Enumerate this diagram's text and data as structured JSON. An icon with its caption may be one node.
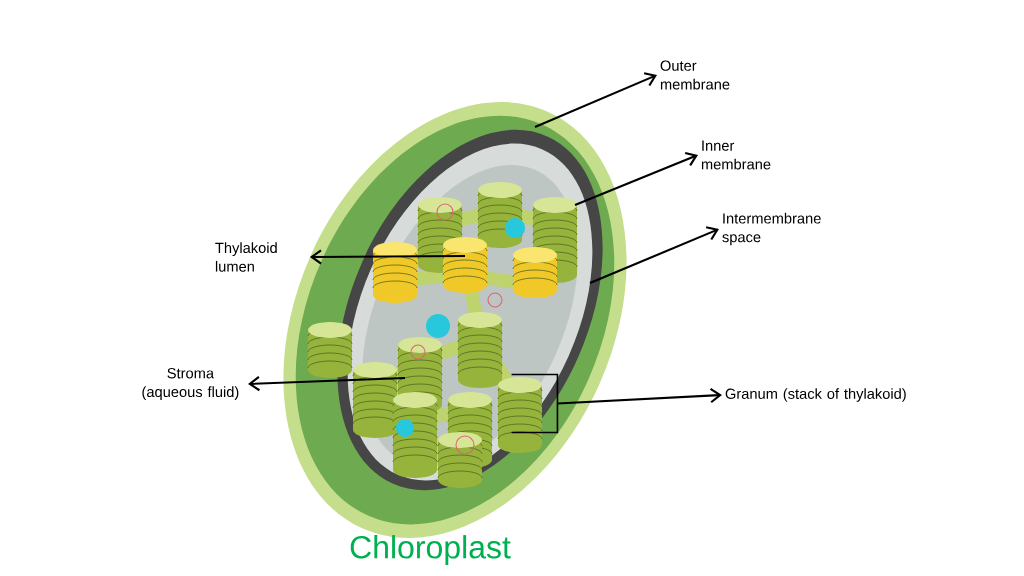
{
  "diagram": {
    "title": "Chloroplast",
    "nodes": [
      {
        "text": [
          "Outer membrane"
        ]
      },
      {
        "text": [
          "Inner membrane"
        ]
      },
      {
        "text": [
          "Intermembrane space"
        ]
      },
      {
        "text": [
          "Thylakoid lumen"
        ]
      },
      {
        "text": [
          "Stroma (aqueous fluid)"
        ]
      },
      {
        "text": [
          "Granum (stack of thylakoid)"
        ]
      },
      {
        "text": [],
        "shape": "bracket"
      }
    ],
    "edges": [
      {
        "from": null,
        "to": 0,
        "arrow": "to"
      },
      {
        "from": null,
        "to": 1,
        "arrow": "to"
      },
      {
        "from": null,
        "to": 2,
        "arrow": "to"
      },
      {
        "from": null,
        "to": 3,
        "arrow": "to"
      },
      {
        "from": null,
        "to": 4,
        "arrow": "to"
      },
      {
        "from": 6,
        "to": 5,
        "arrow": "to"
      }
    ]
  }
}
